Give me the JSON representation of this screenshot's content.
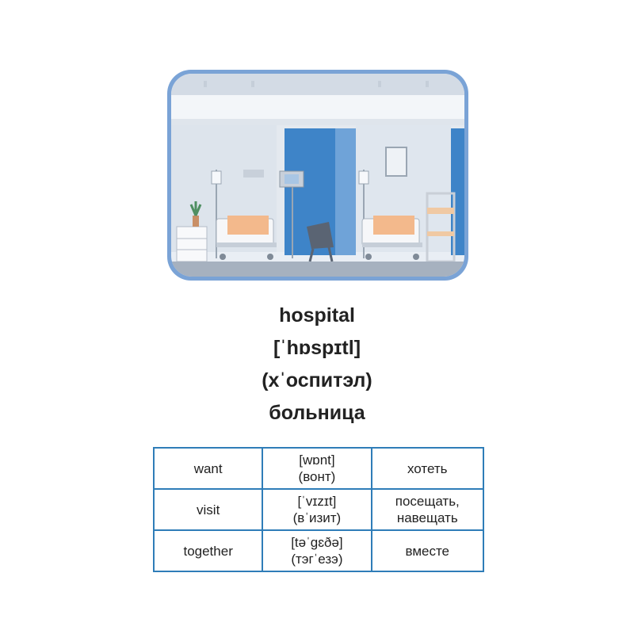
{
  "word": {
    "english": "hospital",
    "transcription": "[ˈhɒspɪtl]",
    "pronunciation": "(хˈоспитэл)",
    "translation": "больница"
  },
  "illustration": {
    "icon": "hospital-room-illustration"
  },
  "vocab_table": {
    "rows": [
      {
        "word": "want",
        "transcription": "[wɒnt]",
        "pronunciation": "(вонт)",
        "translation": [
          "хотеть"
        ]
      },
      {
        "word": "visit",
        "transcription": "[ˈvɪzɪt]",
        "pronunciation": "(вˈизит)",
        "translation": [
          "посещать,",
          "навещать"
        ]
      },
      {
        "word": "together",
        "transcription": "[təˈgɛðə]",
        "pronunciation": "(тэгˈезэ)",
        "translation": [
          "вместе"
        ]
      }
    ]
  },
  "colors": {
    "frame": "#7aa3d6",
    "table_border": "#2f7db8",
    "text": "#222222"
  }
}
